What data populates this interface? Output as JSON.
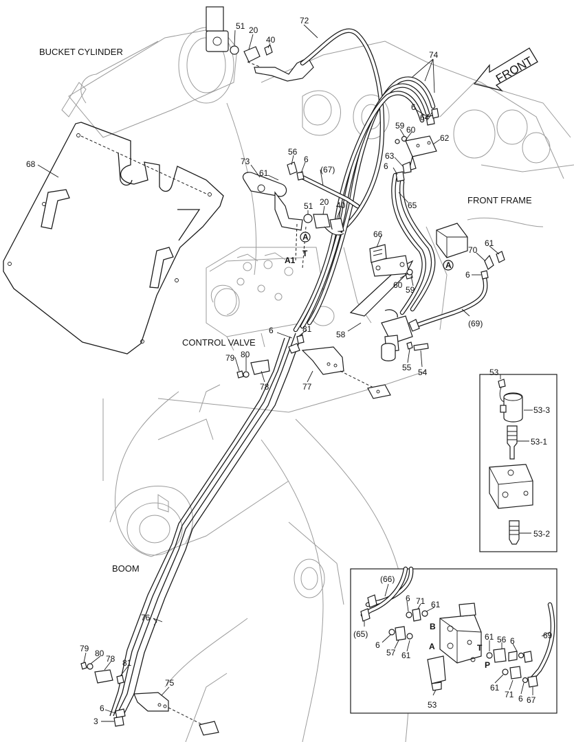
{
  "labels": {
    "bucket_cylinder": "BUCKET CYLINDER",
    "front_frame": "FRONT FRAME",
    "control_valve": "CONTROL VALVE",
    "boom": "BOOM",
    "front_arrow": "FRONT"
  },
  "ports": {
    "main_A": "A",
    "main_T": "T",
    "main_A1": "A1",
    "ref_A_right": "A",
    "detail_B": "B",
    "detail_A": "A",
    "detail_T": "T",
    "detail_P": "P"
  },
  "callouts": {
    "c51a": "51",
    "c20a": "20",
    "c40a": "40",
    "c72": "72",
    "c74": "74",
    "c68": "68",
    "c73": "73",
    "c56": "56",
    "c6a": "6",
    "c61a": "61",
    "c67p": "(67)",
    "c51b": "51",
    "c20b": "20",
    "c40b": "40",
    "c6b": "6",
    "c64": "64",
    "c59a": "59",
    "c60a": "60",
    "c62": "62",
    "c63": "63",
    "c6c": "6",
    "c65": "65",
    "c66": "66",
    "c70": "70",
    "c61b": "61",
    "c6d": "6",
    "c60b": "60",
    "c59b": "59",
    "c69p": "(69)",
    "c58": "58",
    "c6e": "6",
    "c81a": "81",
    "c79a": "79",
    "c80a": "80",
    "c78a": "78",
    "c77": "77",
    "c55": "55",
    "c54": "54",
    "c76": "76",
    "c75": "75",
    "c79b": "79",
    "c80b": "80",
    "c78b": "78",
    "c81b": "81",
    "c6f": "6",
    "c3": "3"
  },
  "solenoid_detail": {
    "c53": "53",
    "c53_3": "53-3",
    "c53_1": "53-1",
    "c53_2": "53-2"
  },
  "valve_detail": {
    "c66p": "(66)",
    "c6a": "6",
    "c71a": "71",
    "c61a": "61",
    "c65p": "(65)",
    "c6b": "6",
    "c57": "57",
    "c61b": "61",
    "c61c": "61",
    "c56": "56",
    "c6c": "6",
    "c69": "69",
    "c61d": "61",
    "c71b": "71",
    "c6d": "6",
    "c67": "67",
    "c53": "53"
  }
}
